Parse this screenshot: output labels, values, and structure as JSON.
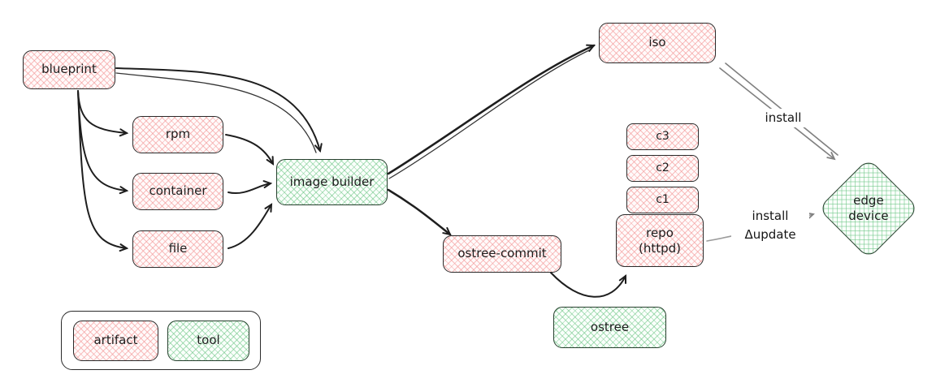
{
  "diagram": {
    "nodes": {
      "blueprint": {
        "label": "blueprint",
        "kind": "artifact"
      },
      "rpm": {
        "label": "rpm",
        "kind": "artifact"
      },
      "container": {
        "label": "container",
        "kind": "artifact"
      },
      "file": {
        "label": "file",
        "kind": "artifact"
      },
      "image_builder": {
        "label": "image builder",
        "kind": "tool"
      },
      "iso": {
        "label": "iso",
        "kind": "artifact"
      },
      "ostree_commit": {
        "label": "ostree-commit",
        "kind": "artifact"
      },
      "c3": {
        "label": "c3",
        "kind": "artifact"
      },
      "c2": {
        "label": "c2",
        "kind": "artifact"
      },
      "c1": {
        "label": "c1",
        "kind": "artifact"
      },
      "repo": {
        "line1": "repo",
        "line2": "(httpd)",
        "kind": "artifact"
      },
      "ostree": {
        "label": "ostree",
        "kind": "tool"
      },
      "edge_device": {
        "line1": "edge",
        "line2": "device",
        "kind": "tool"
      }
    },
    "edge_labels": {
      "iso_install": "install",
      "repo_install": "install",
      "repo_update": "Δupdate"
    },
    "legend": {
      "artifact_label": "artifact",
      "tool_label": "tool"
    },
    "colors": {
      "artifact_fill": "#ffc9c9",
      "tool_fill": "#b2f2bb",
      "stroke": "#1e1e1e",
      "muted_arrow": "#8a8a8a"
    }
  }
}
